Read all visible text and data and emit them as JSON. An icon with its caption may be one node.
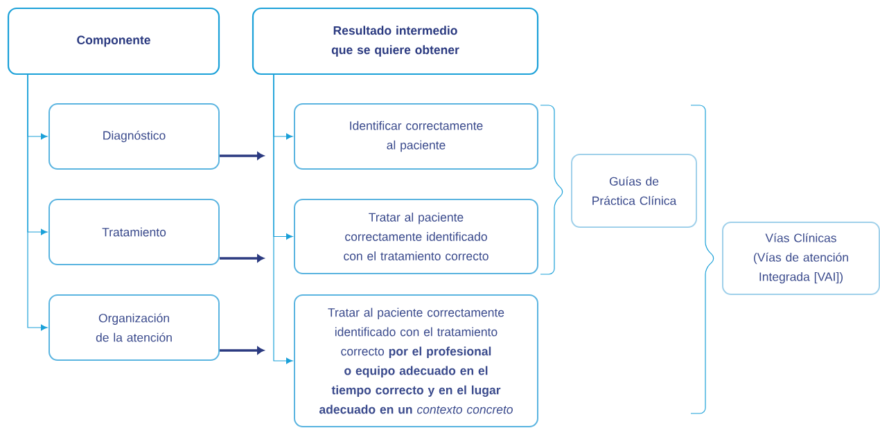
{
  "diagram": {
    "nodes": [
      {
        "text": [
          "Componente"
        ]
      },
      {
        "text": [
          "Resultado intermedio que se quiere obtener"
        ]
      },
      {
        "text": [
          "Diagnóstico"
        ]
      },
      {
        "text": [
          "Tratamiento"
        ]
      },
      {
        "text": [
          "Organización de la atención"
        ]
      },
      {
        "text": [
          "Identificar correctamente al paciente"
        ]
      },
      {
        "text": [
          "Tratar al paciente correctamente identificado con el tratamiento correcto"
        ]
      },
      {
        "text": [
          "Tratar al paciente correctamente identificado con el tratamiento correcto **por el profesional o equipo adecuado en el tiempo correcto y en el lugar adecuado en un** *contexto concreto*"
        ]
      },
      {
        "text": [
          "Guías de Práctica Clínica"
        ]
      },
      {
        "text": [
          "Vías Clínicas (Vías de atención Integrada [VAI])"
        ]
      }
    ],
    "edges": [
      {
        "from": 0,
        "to": 2,
        "arrow": "to"
      },
      {
        "from": 0,
        "to": 3,
        "arrow": "to"
      },
      {
        "from": 0,
        "to": 4,
        "arrow": "to"
      },
      {
        "from": 1,
        "to": 5,
        "arrow": "to"
      },
      {
        "from": 1,
        "to": 6,
        "arrow": "to"
      },
      {
        "from": 1,
        "to": 7,
        "arrow": "to"
      },
      {
        "from": 2,
        "to": null,
        "arrow": "to",
        "style": "thick",
        "color": "#2b3a80"
      },
      {
        "from": 3,
        "to": null,
        "arrow": "to",
        "style": "thick",
        "color": "#2b3a80"
      },
      {
        "from": 4,
        "to": null,
        "arrow": "to",
        "style": "thick",
        "color": "#2b3a80"
      }
    ]
  }
}
